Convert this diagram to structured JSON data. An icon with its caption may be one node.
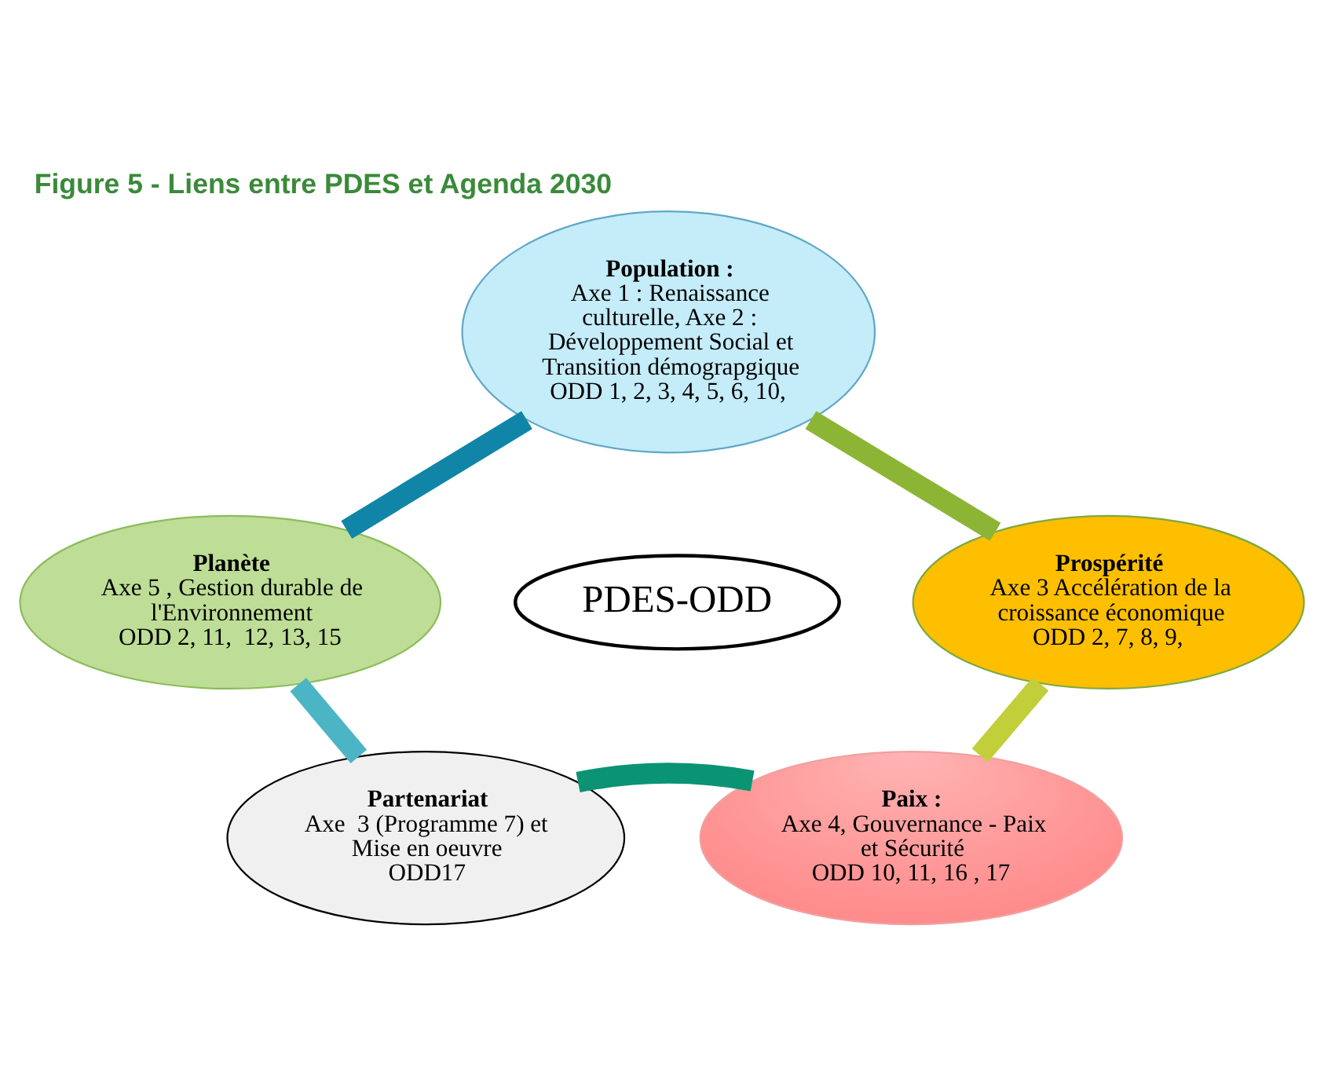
{
  "diagram": {
    "title": "Figure 5 - Liens entre PDES et Agenda 2030",
    "nodes": [
      {
        "text": [
          "Population :",
          "Axe 1 : Renaissance culturelle, Axe 2 : Développement Social et Transition démograpgique",
          "ODD 1, 2, 3, 4, 5, 6, 10,"
        ]
      },
      {
        "text": [
          "Planète",
          "Axe 5 , Gestion durable de l'Environnement",
          "ODD 2, 11,  12, 13, 15"
        ]
      },
      {
        "text": [
          "PDES-ODD"
        ]
      },
      {
        "text": [
          "Prospérité",
          "Axe 3 Accélération de la croissance économique",
          "ODD 2, 7, 8, 9,"
        ]
      },
      {
        "text": [
          "Partenariat",
          "Axe  3 (Programme 7) et Mise en oeuvre",
          "ODD17"
        ]
      },
      {
        "text": [
          "Paix :",
          "Axe 4, Gouvernance - Paix et Sécurité",
          "ODD 10, 11, 16 , 17"
        ]
      }
    ],
    "edges": [
      {
        "from": 0,
        "to": 3,
        "arrow": "none",
        "color": "#8db535"
      },
      {
        "from": 3,
        "to": 5,
        "arrow": "none",
        "color": "#c2cf3a"
      },
      {
        "from": 5,
        "to": 4,
        "arrow": "none",
        "color": "#0a9474"
      },
      {
        "from": 4,
        "to": 1,
        "arrow": "none",
        "color": "#4bb5c5"
      },
      {
        "from": 1,
        "to": 0,
        "arrow": "none",
        "color": "#1085a8"
      }
    ]
  }
}
